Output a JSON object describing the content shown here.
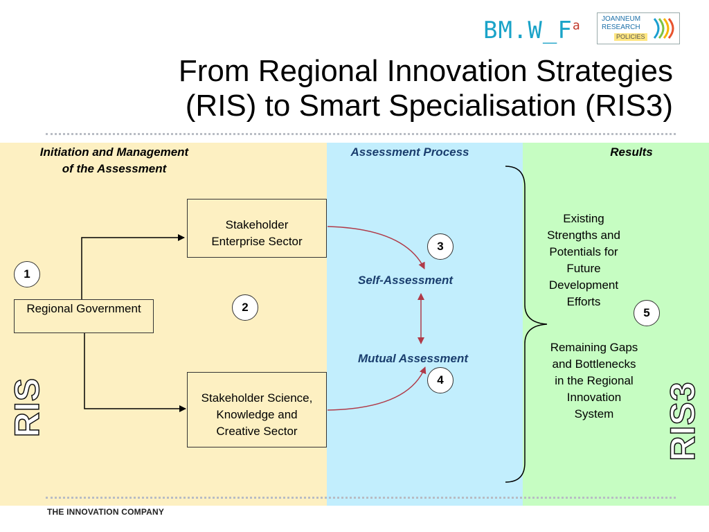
{
  "title": "From Regional Innovation Strategies\n(RIS) to Smart Specialisation (RIS3)",
  "logos": {
    "bmwf": "BM.W_F",
    "bmwf_superscript": "a",
    "joanneum_line1": "JOANNEUM",
    "joanneum_line2": "RESEARCH",
    "joanneum_line3": "POLICIES"
  },
  "columns": {
    "left_header": "Initiation and Management\nof the Assessment",
    "mid_header": "Assessment Process",
    "right_header": "Results"
  },
  "boxes": {
    "regional_government": "Regional Government",
    "enterprise": "Stakeholder\nEnterprise Sector",
    "science": "Stakeholder Science,\nKnowledge and\nCreative Sector"
  },
  "steps": [
    "1",
    "2",
    "3",
    "4",
    "5"
  ],
  "process": {
    "self_assessment": "Self-Assessment",
    "mutual_assessment": "Mutual Assessment"
  },
  "results": {
    "strengths": "Existing\nStrengths and\nPotentials for\nFuture\nDevelopment\nEfforts",
    "gaps": "Remaining Gaps\nand Bottlenecks\nin the Regional\nInnovation\nSystem"
  },
  "side_labels": {
    "left": "RIS",
    "right": "RIS3"
  },
  "footer": "THE INNOVATION COMPANY",
  "colors": {
    "left_panel": "#fdf0c2",
    "mid_panel": "#c2eefd",
    "right_panel": "#c6fdc2",
    "arrow_red": "#b03a48",
    "logo_teal": "#1aa3c8"
  }
}
